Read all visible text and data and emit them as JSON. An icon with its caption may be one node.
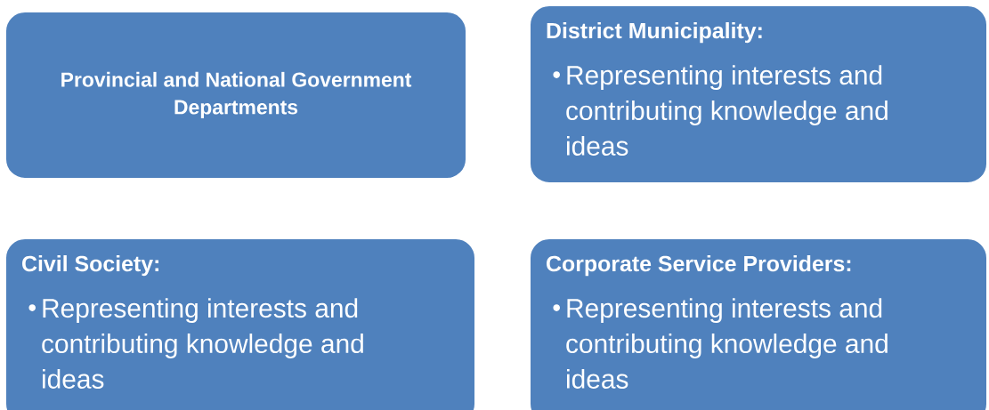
{
  "diagram": {
    "nodes": [
      {
        "text": [
          "Provincial and National Government Departments"
        ]
      },
      {
        "text": [
          "District Municipality:",
          "Representing interests and contributing knowledge and ideas"
        ]
      },
      {
        "text": [
          "Civil Society:",
          "Representing interests and contributing knowledge and ideas"
        ]
      },
      {
        "text": [
          "Corporate Service Providers:",
          "Representing interests and contributing knowledge and ideas"
        ]
      }
    ]
  }
}
